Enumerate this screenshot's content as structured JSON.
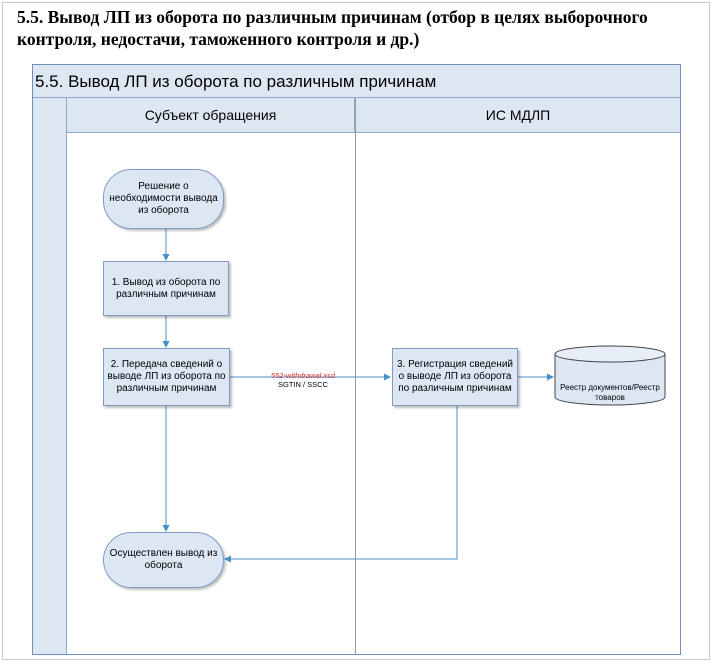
{
  "document": {
    "heading": "5.5. Вывод ЛП из оборота по различным причинам (отбор в целях выборочного контроля, недостачи, таможенного контроля и др.)"
  },
  "diagram": {
    "pool_title": "5.5. Вывод ЛП из оборота по различным причинам",
    "lanes": [
      {
        "label": "Субъект обращения"
      },
      {
        "label": "ИС МДЛП"
      }
    ],
    "nodes": {
      "start": "Решение о необходимости вывода из оборота",
      "step1": "1. Вывод из оборота по различным причинам",
      "step2": "2. Передача сведений о выводе ЛП из оборота по различным причинам",
      "step3": "3. Регистрация сведений о выводе ЛП из оборота по различным причинам",
      "registry": "Реестр документов/Реестр товаров",
      "end": "Осуществлен вывод из оборота"
    },
    "edge_labels": {
      "schema": "552-withdrawal.xsd",
      "identifiers": "SGTIN / SSCC"
    },
    "colors": {
      "lane_fill": "#dde7f2",
      "node_fill": "#dde7f4",
      "node_border": "#7f9bc4",
      "arrow": "#4a90c8",
      "schema_label": "#e03030"
    }
  }
}
